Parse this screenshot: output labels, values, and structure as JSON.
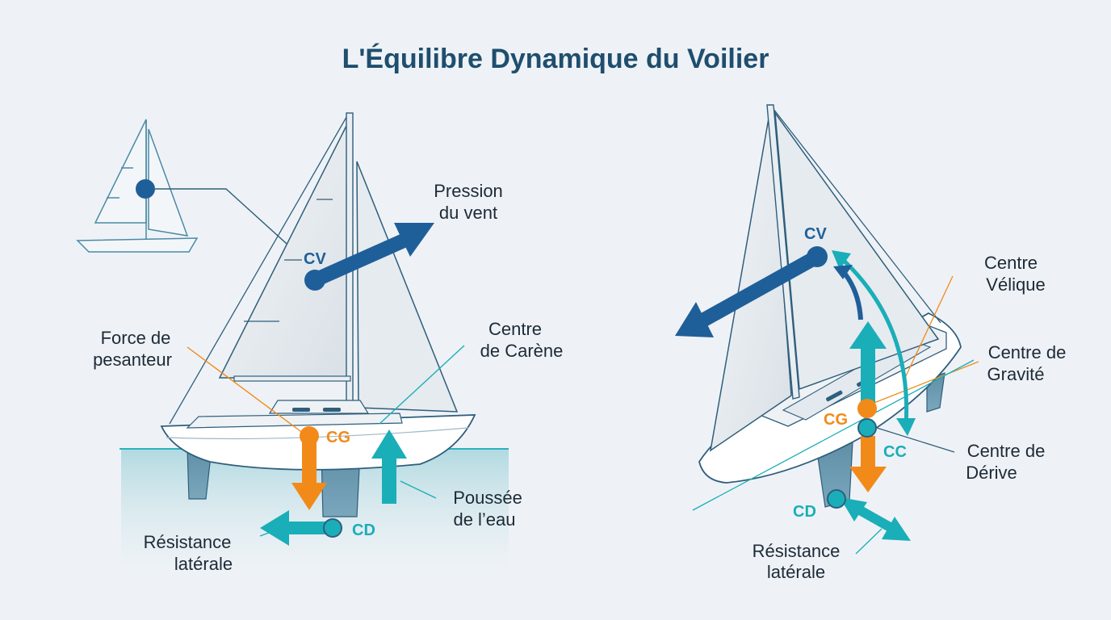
{
  "title": "L'Équilibre Dynamique du Voilier",
  "colors": {
    "wind": "#1f5f99",
    "gravity": "#f28a1a",
    "water": "#1aaeb8",
    "outline": "#2f5e7c",
    "text": "#1d2a36"
  },
  "left_diagram": {
    "labels": {
      "pression_1": "Pression",
      "pression_2": "du vent",
      "force_1": "Force de",
      "force_2": "pesanteur",
      "carene_1": "Centre",
      "carene_2": "de Carène",
      "poussee_1": "Poussée",
      "poussee_2": "de l’eau",
      "resistance_1": "Résistance",
      "resistance_2": "latérale"
    },
    "points": {
      "cv": "CV",
      "cg": "CG",
      "cd": "CD"
    }
  },
  "right_diagram": {
    "labels": {
      "velique_1": "Centre",
      "velique_2": "Vélique",
      "gravite_1": "Centre de",
      "gravite_2": "Gravité",
      "derive_1": "Centre de",
      "derive_2": "Dérive",
      "resistance_1": "Résistance",
      "resistance_2": "latérale"
    },
    "points": {
      "cv": "CV",
      "cg": "CG",
      "cc": "CC",
      "cd": "CD"
    }
  }
}
